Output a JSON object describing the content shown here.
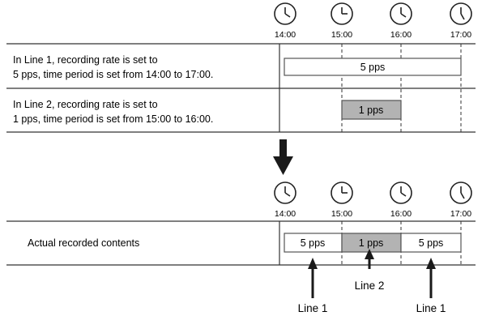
{
  "top_timeline": {
    "times": [
      "14:00",
      "15:00",
      "16:00",
      "17:00"
    ]
  },
  "rows": [
    {
      "description_lines": [
        "In Line 1, recording rate is set to",
        "5 pps, time period is set from 14:00 to 17:00."
      ],
      "bar_label": "5 pps",
      "bar_start": "14:00",
      "bar_end": "17:00",
      "bar_fill": "#ffffff"
    },
    {
      "description_lines": [
        "In Line 2, recording rate is set to",
        "1 pps, time period is set from 15:00 to 16:00."
      ],
      "bar_label": "1 pps",
      "bar_start": "15:00",
      "bar_end": "16:00",
      "bar_fill": "#b3b3b3"
    }
  ],
  "bottom_timeline": {
    "times": [
      "14:00",
      "15:00",
      "16:00",
      "17:00"
    ]
  },
  "result": {
    "label": "Actual recorded contents",
    "segments": [
      {
        "label": "5 pps",
        "start": "14:00",
        "end": "15:00",
        "fill": "#ffffff"
      },
      {
        "label": "1 pps",
        "start": "15:00",
        "end": "16:00",
        "fill": "#b3b3b3"
      },
      {
        "label": "5 pps",
        "start": "16:00",
        "end": "17:00",
        "fill": "#ffffff"
      }
    ],
    "pointers": [
      {
        "label": "Line 1",
        "segment": 0
      },
      {
        "label": "Line 2",
        "segment": 1
      },
      {
        "label": "Line 1",
        "segment": 2
      }
    ]
  },
  "colors": {
    "line": "#333333",
    "gray_fill": "#b3b3b3",
    "arrow": "#1a1a1a"
  },
  "icons": {
    "clock": "clock-icon",
    "down_arrow": "down-arrow-icon"
  }
}
